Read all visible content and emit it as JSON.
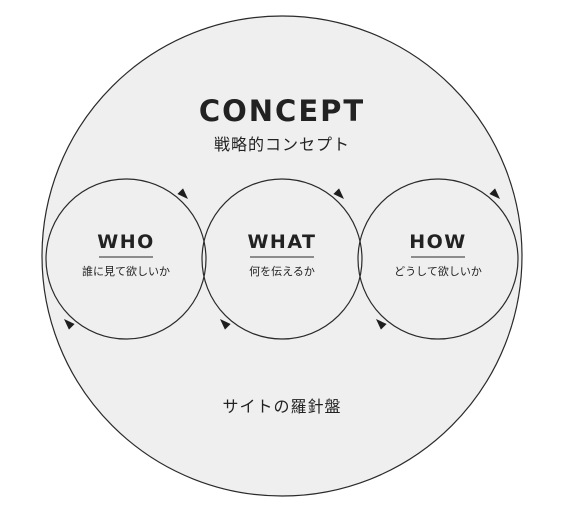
{
  "diagram": {
    "title": "CONCEPT",
    "subtitle": "戦略的コンセプト",
    "footer": "サイトの羅針盤",
    "nodes": [
      {
        "label": "WHO",
        "description": "誰に見て欲しいか"
      },
      {
        "label": "WHAT",
        "description": "何を伝えるか"
      },
      {
        "label": "HOW",
        "description": "どうして欲しいか"
      }
    ]
  }
}
